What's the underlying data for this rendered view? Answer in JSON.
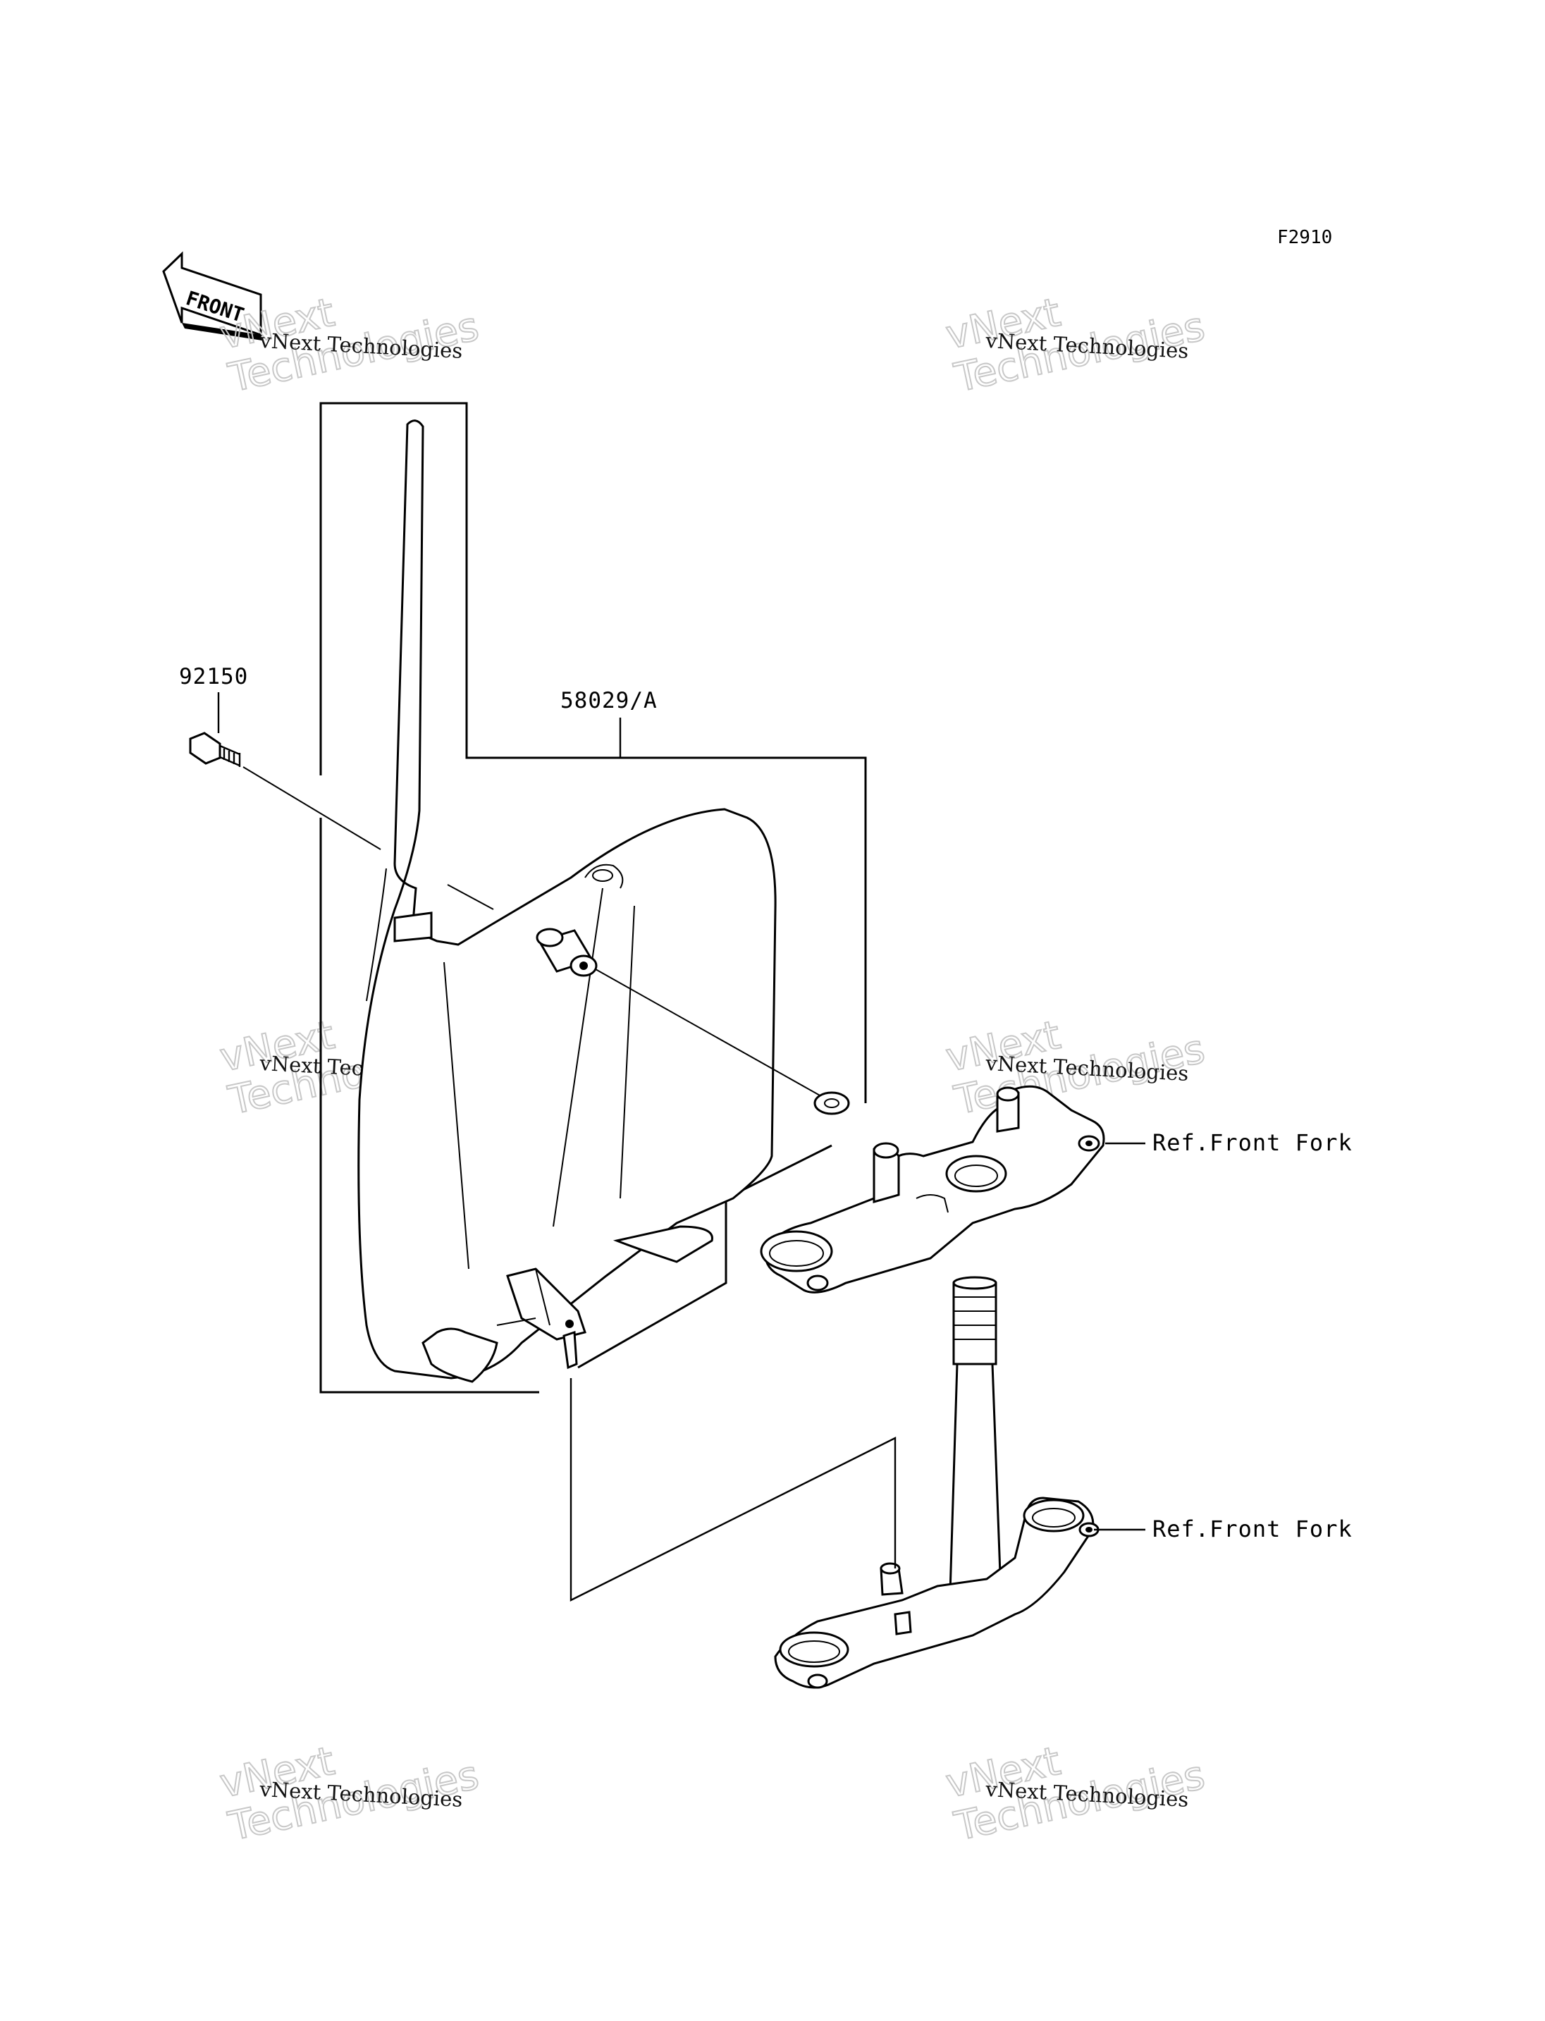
{
  "diagram_code": "F2910",
  "front_arrow_label": "FRONT",
  "part_labels": {
    "bolt": "92150",
    "number_plate": "58029/A"
  },
  "references": {
    "upper": "Ref.Front Fork",
    "lower": "Ref.Front Fork"
  },
  "watermark": {
    "line1": "vNext Technologies",
    "big_line1": "vNext",
    "big_line2": "Technologies"
  }
}
